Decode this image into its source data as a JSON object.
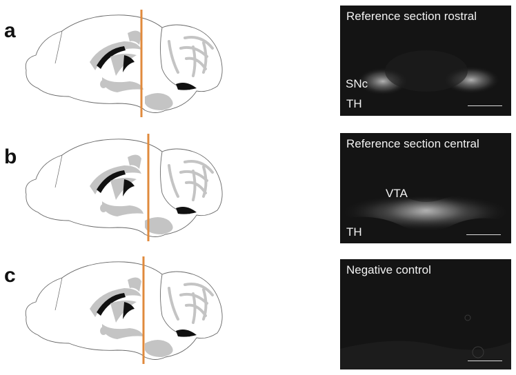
{
  "panels": [
    {
      "letter": "a",
      "image_title": "Reference section rostral",
      "region_label": "SNc",
      "stain_label": "TH"
    },
    {
      "letter": "b",
      "image_title": "Reference section central",
      "region_label": "VTA",
      "stain_label": "TH"
    },
    {
      "letter": "c",
      "image_title": "Negative control"
    }
  ],
  "colors": {
    "section_line": "#e08a3c",
    "brain_fill": "#c4c4c4",
    "micro_bg": "#141414",
    "micro_text": "#f2f2f2"
  }
}
